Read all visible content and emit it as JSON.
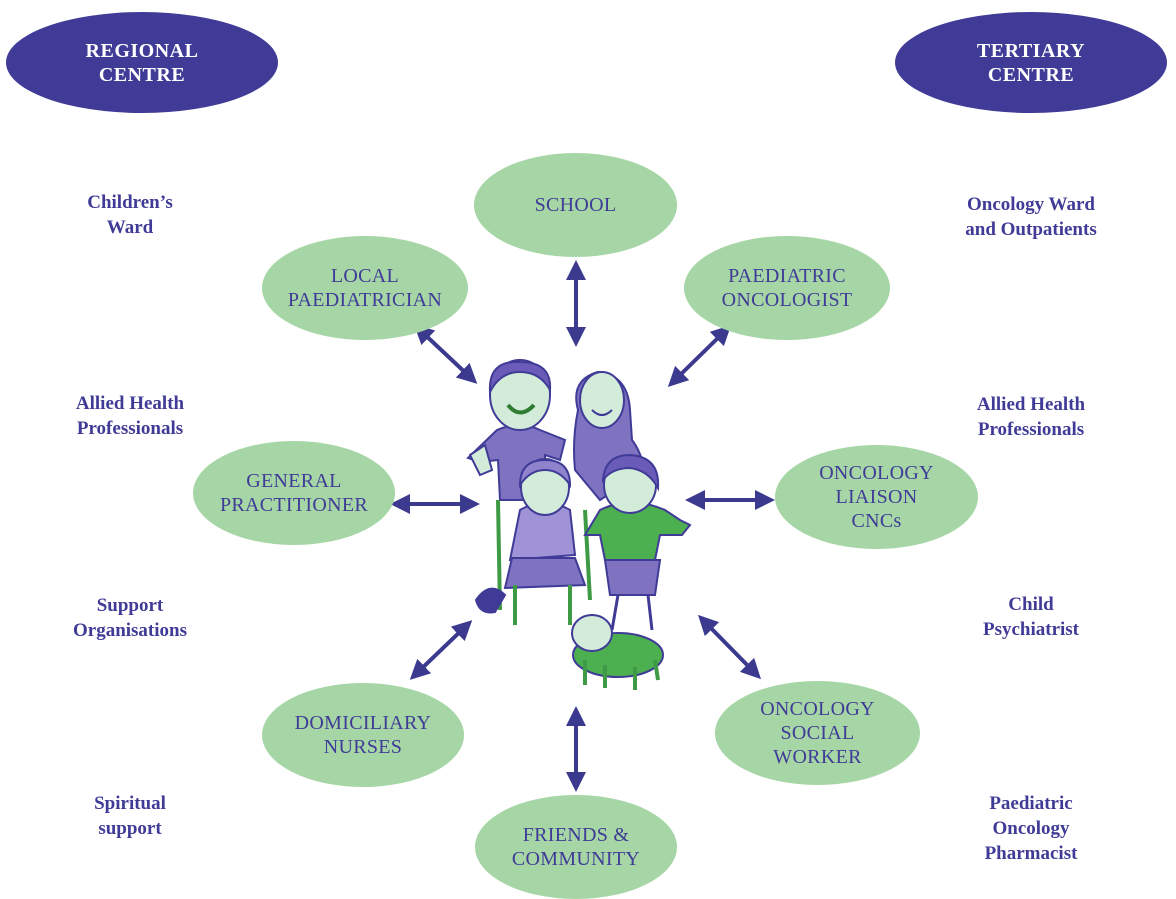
{
  "colors": {
    "headerFill": "#3f3b97",
    "nodeFill": "#a6d6a5",
    "text": "#3f3b97",
    "arrow": "#3b3a8f"
  },
  "headers": {
    "regional": "REGIONAL\nCENTRE",
    "tertiary": "TERTIARY\nCENTRE"
  },
  "left_labels": {
    "childrens_ward": "Children’s\nWard",
    "allied_health": "Allied Health\nProfessionals",
    "support_orgs": "Support\nOrganisations",
    "spiritual": "Spiritual\nsupport"
  },
  "right_labels": {
    "oncology_ward": "Oncology Ward\nand Outpatients",
    "allied_health": "Allied Health\nProfessionals",
    "child_psych": "Child\nPsychiatrist",
    "pharmacist": "Paediatric\nOncology\nPharmacist"
  },
  "nodes": {
    "school": "SCHOOL",
    "local_paed": "LOCAL\nPAEDIATRICIAN",
    "paed_onc": "PAEDIATRIC\nONCOLOGIST",
    "gp": "GENERAL\nPRACTITIONER",
    "liaison": "ONCOLOGY\nLIAISON\nCNCs",
    "domiciliary": "DOMICILIARY\nNURSES",
    "social_worker": "ONCOLOGY\nSOCIAL\nWORKER",
    "friends": "FRIENDS &\nCOMMUNITY"
  },
  "center_image": "family-drawing"
}
